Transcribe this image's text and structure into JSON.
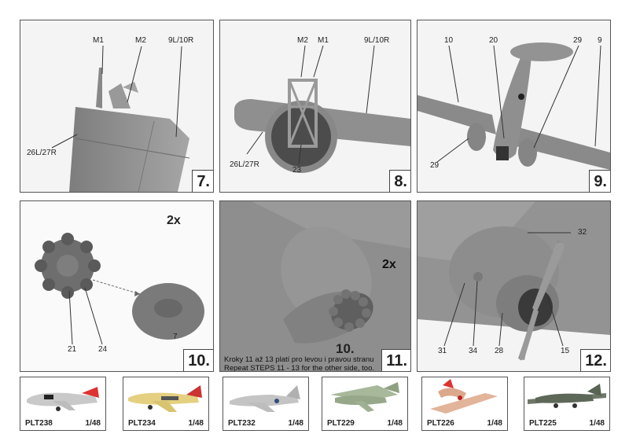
{
  "steps": [
    {
      "number": "7.",
      "labels": [
        "M1",
        "M2",
        "9L/10R",
        "26L/27R"
      ]
    },
    {
      "number": "8.",
      "labels": [
        "M2",
        "M1",
        "9L/10R",
        "26L/27R",
        "23"
      ]
    },
    {
      "number": "9.",
      "labels": [
        "10",
        "20",
        "29",
        "9",
        "29"
      ]
    },
    {
      "number": "10.",
      "multiplier": "2x",
      "labels": [
        "21",
        "24",
        "7"
      ]
    },
    {
      "number": "11.",
      "multiplier": "2x",
      "ref_step": "10.",
      "note_cz": "Kroky 11 až 13 platí pro levou i pravou stranu",
      "note_en": "Repeat STEPS 11 - 13 for the other side, too."
    },
    {
      "number": "12.",
      "labels": [
        "32",
        "31",
        "34",
        "28",
        "15"
      ]
    }
  ],
  "products": [
    {
      "code": "PLT238",
      "scale": "1/48"
    },
    {
      "code": "PLT234",
      "scale": "1/48"
    },
    {
      "code": "PLT232",
      "scale": "1/48"
    },
    {
      "code": "PLT229",
      "scale": "1/48"
    },
    {
      "code": "PLT226",
      "scale": "1/48"
    },
    {
      "code": "PLT225",
      "scale": "1/48"
    }
  ],
  "colors": {
    "frame": "#555555",
    "model_grey": "#8f8f8f",
    "background": "#f4f4f4"
  }
}
